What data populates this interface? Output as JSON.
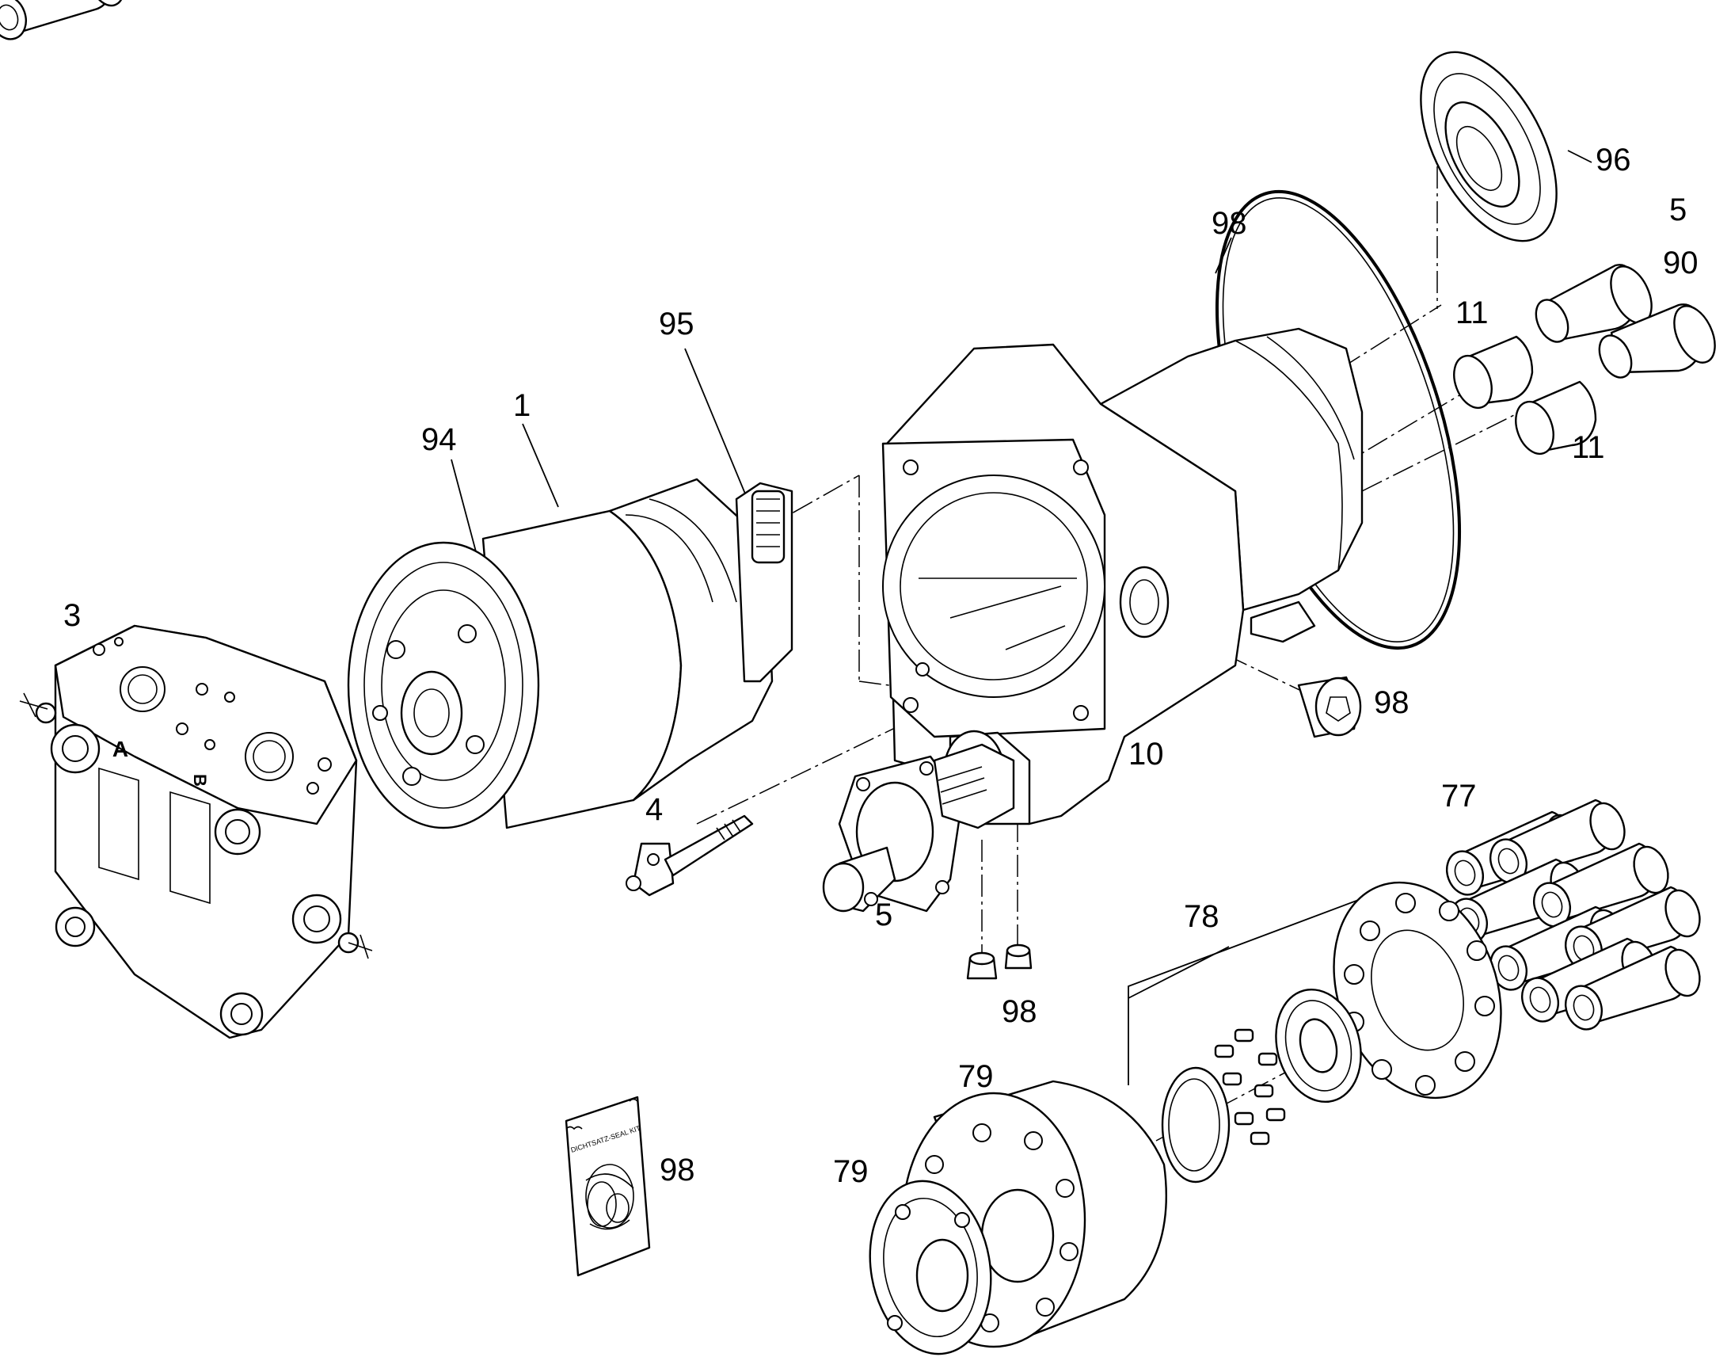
{
  "diagram": {
    "callouts": {
      "c96": "96",
      "c5_top": "5",
      "c98_oring": "98",
      "c90": "90",
      "c11_top": "11",
      "c11_bottom": "11",
      "c95": "95",
      "c1": "1",
      "c94": "94",
      "c3": "3",
      "c98_plug": "98",
      "c10": "10",
      "c77": "77",
      "c4": "4",
      "c5_bottom": "5",
      "c78": "78",
      "c98_screws": "98",
      "c79_upper": "79",
      "c79_lower": "79",
      "c98_kit": "98"
    },
    "plate_letters": {
      "port_a": "A",
      "port_b": "B"
    },
    "seal_kit_label": "DICHTSATZ-SEAL KIT"
  }
}
